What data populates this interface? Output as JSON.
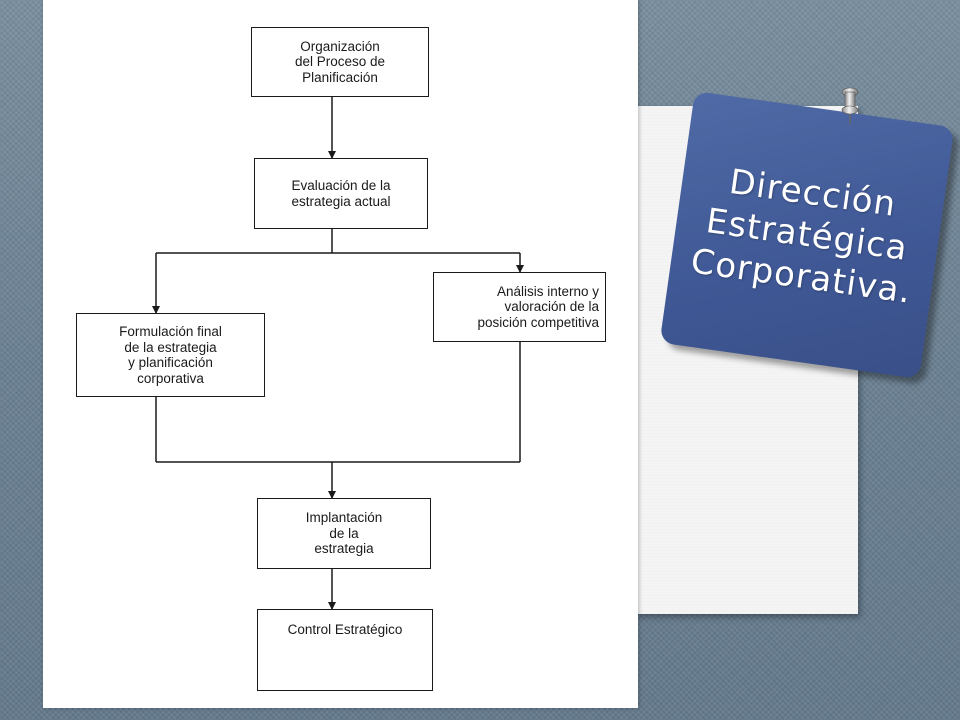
{
  "title_tag": {
    "lines": [
      "Dirección",
      "Estratégica",
      "Corporativa."
    ]
  },
  "flowchart": {
    "box1": {
      "lines": [
        "Organización",
        "del Proceso de",
        "Planificación"
      ]
    },
    "box2": {
      "lines": [
        "Evaluación de la",
        "estrategia actual"
      ]
    },
    "box3": {
      "lines": [
        "Análisis interno y",
        "valoración de la",
        "posición competitiva"
      ]
    },
    "box4": {
      "lines": [
        "Formulación final",
        "de la estrategia",
        "y planificación",
        "corporativa"
      ]
    },
    "box5": {
      "lines": [
        "Implantación",
        "de la",
        "estrategia"
      ]
    },
    "box6": {
      "lines": [
        "Control Estratégico"
      ]
    }
  },
  "colors": {
    "background": "#6f8596",
    "tag_fill": "#3f5895",
    "line": "#1a1a1a"
  }
}
